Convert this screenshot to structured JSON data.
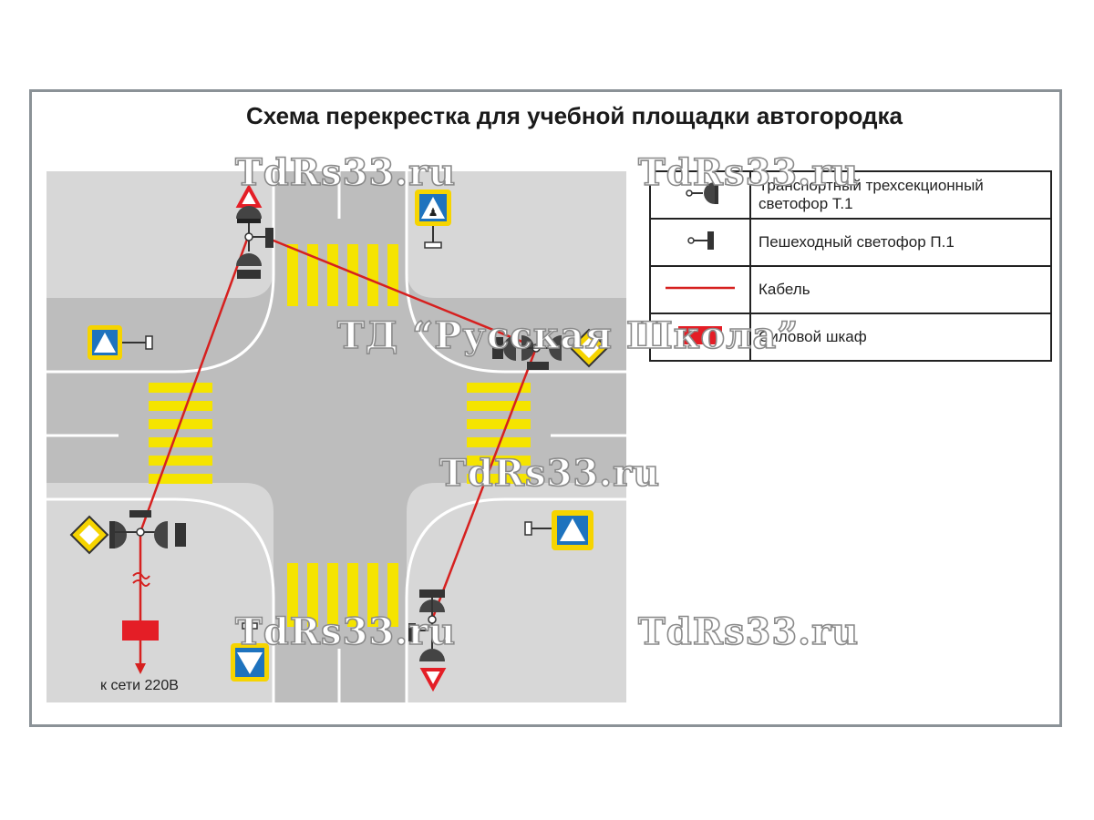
{
  "title": "Схема перекрестка для учебной площадки автогородка",
  "legend": {
    "items": [
      {
        "symbol": "traffic-light-t1-icon",
        "label": "Транспортный  трехсекционный светофор Т.1"
      },
      {
        "symbol": "pedestrian-light-p1-icon",
        "label": "Пешеходный светофор П.1"
      },
      {
        "symbol": "cable-line-icon",
        "label": "Кабель"
      },
      {
        "symbol": "power-cabinet-icon",
        "label": "Силовой шкаф"
      }
    ]
  },
  "power_caption": "к сети 220В",
  "watermarks": {
    "site": "TdRs33.ru",
    "company": "ТД “Русская Школа”"
  },
  "colors": {
    "cable": "#d6201f",
    "cabinet": "#e41e26",
    "road": "#bdbdbd",
    "sidewalk": "#d7d7d7",
    "zebra": "#f5e400",
    "sign_blue": "#1e73be",
    "sign_yellow": "#f6d400",
    "frame": "#8b9297"
  }
}
